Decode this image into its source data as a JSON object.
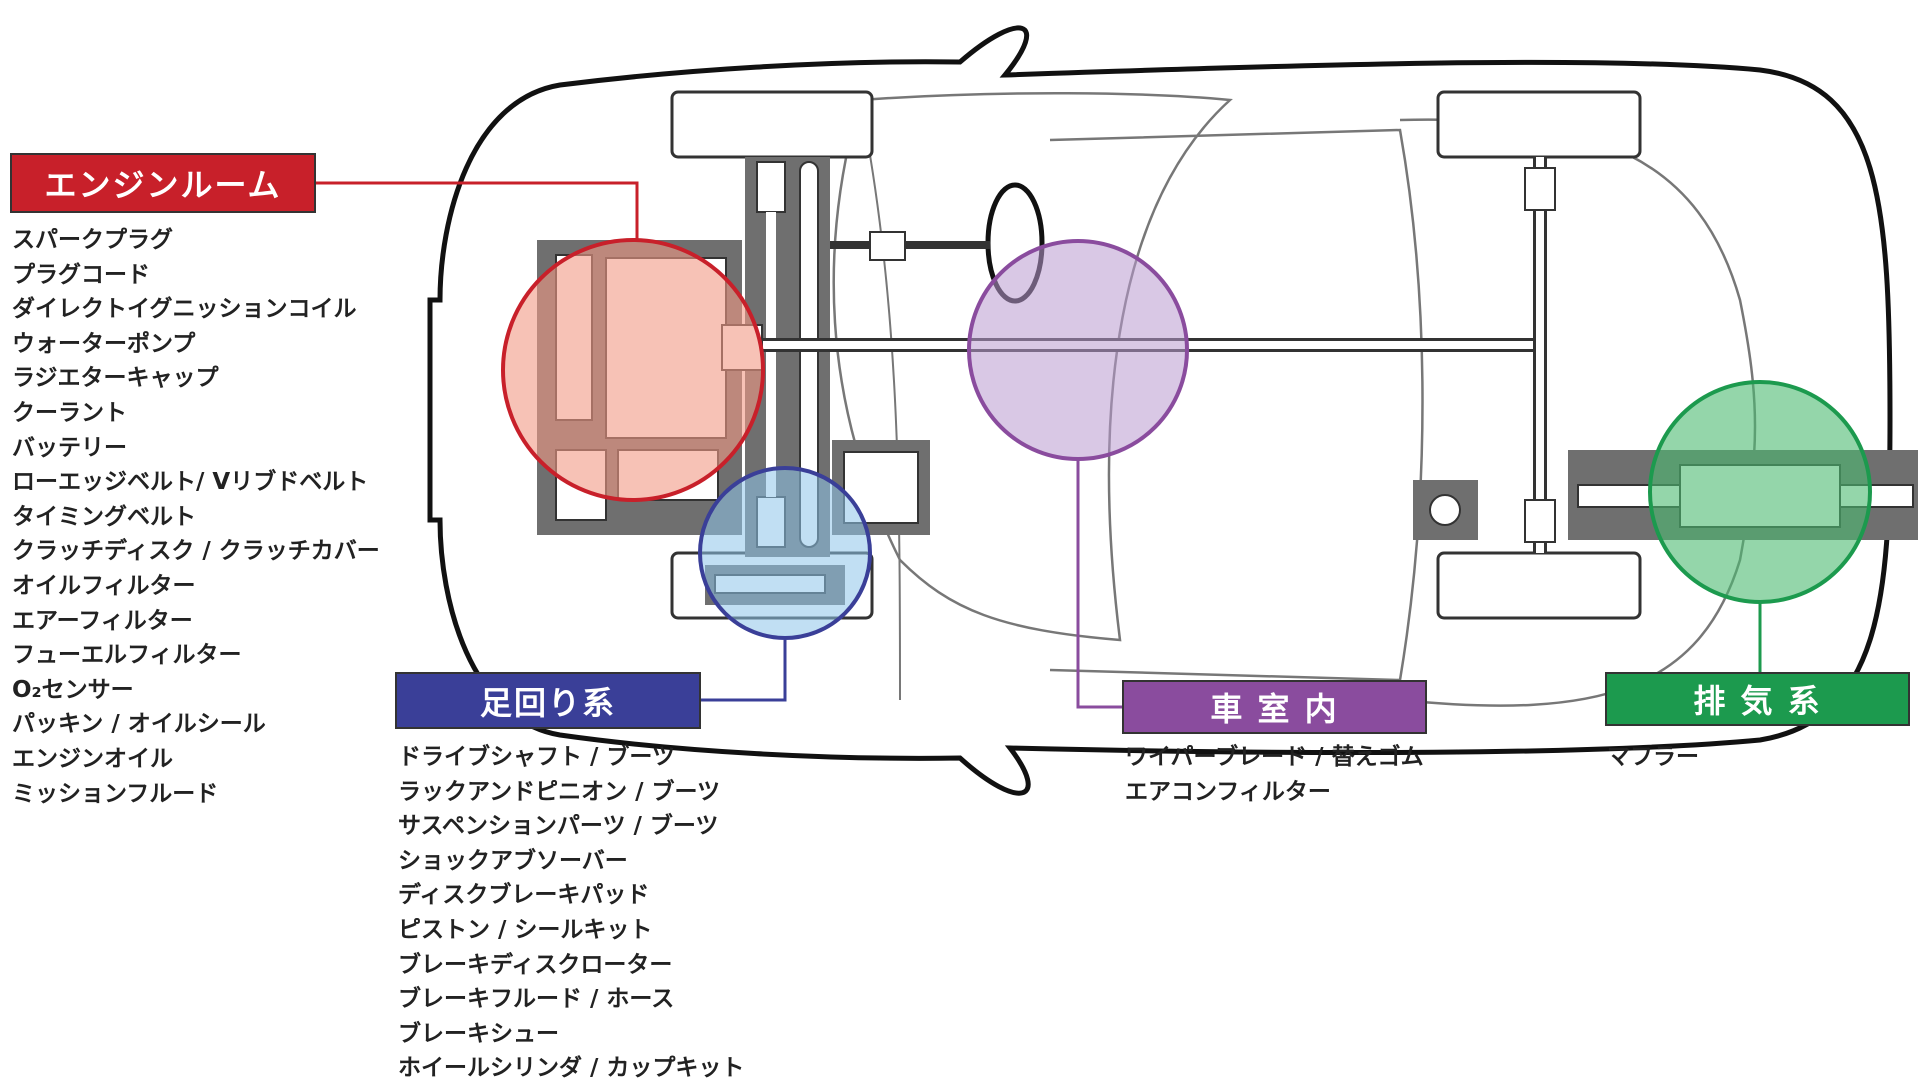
{
  "colors": {
    "engine": "#c8202a",
    "suspension": "#3a3f98",
    "cabin": "#8a4c9e",
    "exhaust": "#1c9a4e",
    "body_stroke": "#111111",
    "component_fill": "#6f6f6f"
  },
  "groups": {
    "engine": {
      "title": "エンジンルーム",
      "items": [
        "スパークプラグ",
        "プラグコード",
        "ダイレクトイグニッションコイル",
        "ウォーターポンプ",
        "ラジエターキャップ",
        "クーラント",
        "バッテリー",
        "ローエッジベルト/ Vリブドベルト",
        "タイミングベルト",
        "クラッチディスク / クラッチカバー",
        "オイルフィルター",
        "エアーフィルター",
        "フューエルフィルター",
        "O₂センサー",
        "パッキン / オイルシール",
        "エンジンオイル",
        "ミッションフルード"
      ]
    },
    "suspension": {
      "title": "足回り系",
      "items": [
        "ドライブシャフト / ブーツ",
        "ラックアンドピニオン / ブーツ",
        "サスペンションパーツ / ブーツ",
        "ショックアブソーバー",
        "ディスクブレーキパッド",
        "ピストン / シールキット",
        "ブレーキディスクローター",
        "ブレーキフルード / ホース",
        "ブレーキシュー",
        "ホイールシリンダ / カップキット"
      ]
    },
    "cabin": {
      "title": "車 室 内",
      "items": [
        "ワイパーブレード / 替えゴム",
        "エアコンフィルター"
      ]
    },
    "exhaust": {
      "title": "排 気 系",
      "items": [
        "マフラー"
      ]
    }
  }
}
